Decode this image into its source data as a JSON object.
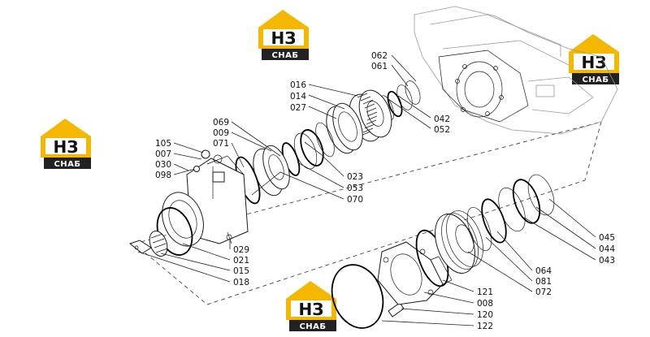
{
  "watermark": {
    "logo_main": "НЗ",
    "logo_sub": "СНАБ",
    "color": "#f5b800"
  },
  "callouts": {
    "p062": "062",
    "p061": "061",
    "p016": "016",
    "p014": "014",
    "p027": "027",
    "p042": "042",
    "p052": "052",
    "p069": "069",
    "p009": "009",
    "p071": "071",
    "p105": "105",
    "p007": "007",
    "p030": "030",
    "p098": "098",
    "p023": "023",
    "p053": "053",
    "p070": "070",
    "p029": "029",
    "p021": "021",
    "p015": "015",
    "p018": "018",
    "p045": "045",
    "p044": "044",
    "p043": "043",
    "p064": "064",
    "p081": "081",
    "p072": "072",
    "p121": "121",
    "p008": "008",
    "p120": "120",
    "p122": "122"
  }
}
